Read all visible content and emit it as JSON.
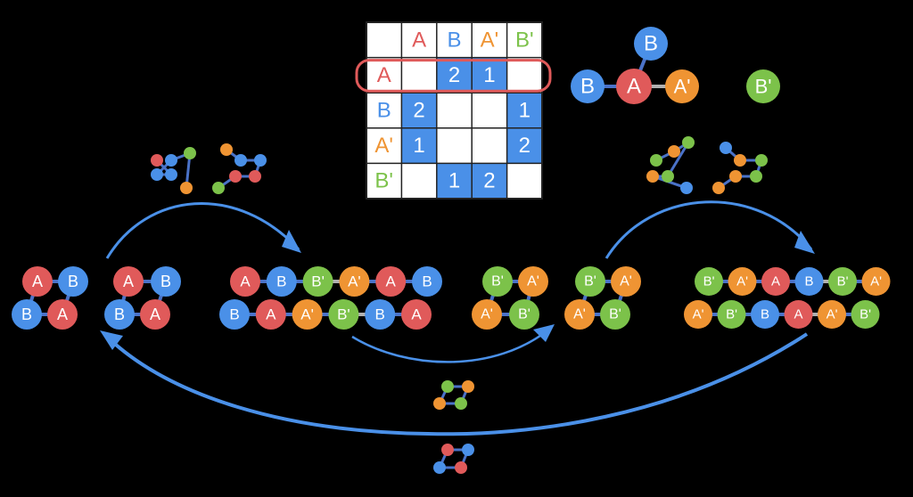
{
  "colors": {
    "background": "#000000",
    "A": "#e05a5a",
    "B": "#4a90e8",
    "A_prime": "#ef9433",
    "B_prime": "#7cc24a",
    "cell_fill": "#4a90e8",
    "bond": "#4a72c8",
    "bond_weak": "#b0b0b0",
    "highlight": "#e05a5a",
    "arrow": "#4a90e8"
  },
  "labels": {
    "A": "A",
    "B": "B",
    "A_prime": "A'",
    "B_prime": "B'"
  },
  "table": {
    "col_headers": [
      "A",
      "B",
      "A'",
      "B'"
    ],
    "row_headers": [
      "A",
      "B",
      "A'",
      "B'"
    ],
    "header_types": [
      "A",
      "B",
      "A_prime",
      "B_prime"
    ],
    "cells": [
      [
        "",
        "2",
        "1",
        ""
      ],
      [
        "2",
        "",
        "",
        "1"
      ],
      [
        "1",
        "",
        "",
        "2"
      ],
      [
        "",
        "1",
        "2",
        ""
      ]
    ]
  },
  "legend_molecule": {
    "center": "A",
    "top": "B",
    "left": "B",
    "right": "A'",
    "separate": "B'"
  }
}
